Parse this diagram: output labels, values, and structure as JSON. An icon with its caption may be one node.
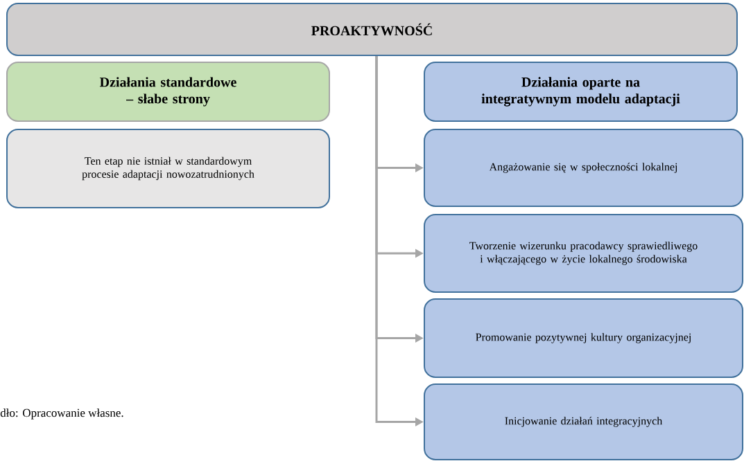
{
  "diagram": {
    "caption": "dło: Opracowanie własne.",
    "nodes": [
      {
        "text": [
          "PROAKTYWNOŚĆ"
        ]
      },
      {
        "text": [
          "Działania standardowe – słabe strony"
        ]
      },
      {
        "text": [
          "Ten etap nie istniał w standardowym procesie adaptacji nowozatrudnionych"
        ]
      },
      {
        "text": [
          "Działania oparte na integratywnym modelu adaptacji"
        ]
      },
      {
        "text": [
          "Angażowanie się w społeczności lokalnej"
        ]
      },
      {
        "text": [
          "Tworzenie wizerunku pracodawcy sprawiedliwego i włączającego w życie lokalnego środowiska"
        ]
      },
      {
        "text": [
          "Promowanie pozytywnej kultury organizacyjnej"
        ]
      },
      {
        "text": [
          "Inicjowanie działań integracyjnych"
        ]
      }
    ],
    "edges": [
      {
        "from": 0,
        "to": 4,
        "arrow": "to"
      },
      {
        "from": 0,
        "to": 5,
        "arrow": "to"
      },
      {
        "from": 0,
        "to": 6,
        "arrow": "to"
      },
      {
        "from": 0,
        "to": 7,
        "arrow": "to"
      }
    ]
  }
}
